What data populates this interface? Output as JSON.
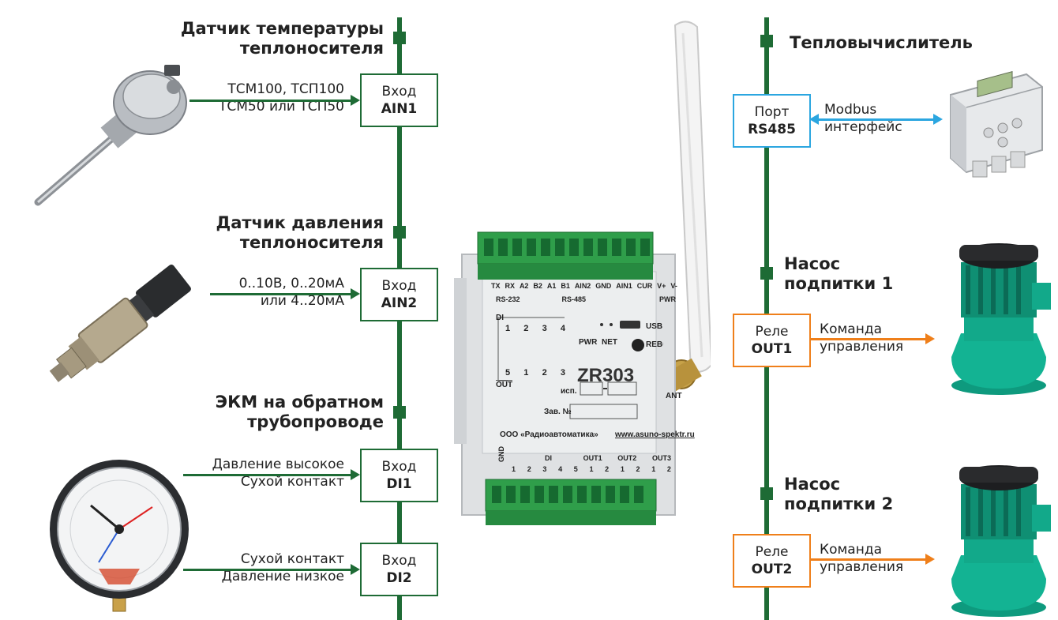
{
  "left_sensors": {
    "temp": {
      "title_line1": "Датчик температуры",
      "title_line2": "теплоносителя",
      "signal_line1": "ТСМ100, ТСП100",
      "signal_line2": "ТСМ50 или ТСП50",
      "input_label": "Вход",
      "input_id": "AIN1"
    },
    "pressure": {
      "title_line1": "Датчик давления",
      "title_line2": "теплоносителя",
      "signal_line1": "0..10В, 0..20мА",
      "signal_line2": "или 4..20мА",
      "input_label": "Вход",
      "input_id": "AIN2"
    },
    "ekm": {
      "title_line1": "ЭКМ на обратном",
      "title_line2": "трубопроводе",
      "signal1_line1": "Давление высокое",
      "signal1_line2": "Сухой контакт",
      "input1_label": "Вход",
      "input1_id": "DI1",
      "signal2_line1": "Сухой контакт",
      "signal2_line2": "Давление низкое",
      "input2_label": "Вход",
      "input2_id": "DI2"
    }
  },
  "right_devices": {
    "heat_calc": {
      "title": "Тепловычислитель",
      "port_label": "Порт",
      "port_id": "RS485",
      "link_line1": "Modbus",
      "link_line2": "интерфейс"
    },
    "pump1": {
      "title_line1": "Насос",
      "title_line2": "подпитки 1",
      "relay_label": "Реле",
      "relay_id": "OUT1",
      "cmd_line1": "Команда",
      "cmd_line2": "управления"
    },
    "pump2": {
      "title_line1": "Насос",
      "title_line2": "подпитки 2",
      "relay_label": "Реле",
      "relay_id": "OUT2",
      "cmd_line1": "Команда",
      "cmd_line2": "управления"
    }
  },
  "device": {
    "model": "ZR303",
    "maker": "ООО «Радиоавтоматика»",
    "website": "www.asuno-spektr.ru",
    "isp_label": "исп.",
    "zav_label": "Зав. №",
    "usb_label": "USB",
    "reboot_label": "REBOOT",
    "pwr_label": "PWR",
    "net_label": "NET",
    "ant_label": "ANT",
    "top_terminals": [
      "TX",
      "RX",
      "A2",
      "B2",
      "A1",
      "B1",
      "AIN2",
      "GND",
      "AIN1",
      "CUR",
      "V+",
      "V-"
    ],
    "top_groups": [
      "RS-232",
      "RS-485",
      "PWR"
    ],
    "di_label": "DI",
    "out_label": "OUT",
    "di_nums_top": [
      "1",
      "2",
      "3",
      "4"
    ],
    "di_nums_bottom": [
      "5",
      "1",
      "2",
      "3"
    ],
    "bottom_gnd": "GND",
    "bottom_groups": [
      "DI",
      "OUT1",
      "OUT2",
      "OUT3"
    ],
    "bottom_nums": [
      "1",
      "2",
      "3",
      "4",
      "5",
      "1",
      "2",
      "1",
      "2",
      "1",
      "2"
    ]
  },
  "colors": {
    "bus_green": "#1e6b35",
    "modbus_blue": "#2ba6e0",
    "relay_orange": "#ef7f1a",
    "terminal_green": "#2f9e4a"
  }
}
